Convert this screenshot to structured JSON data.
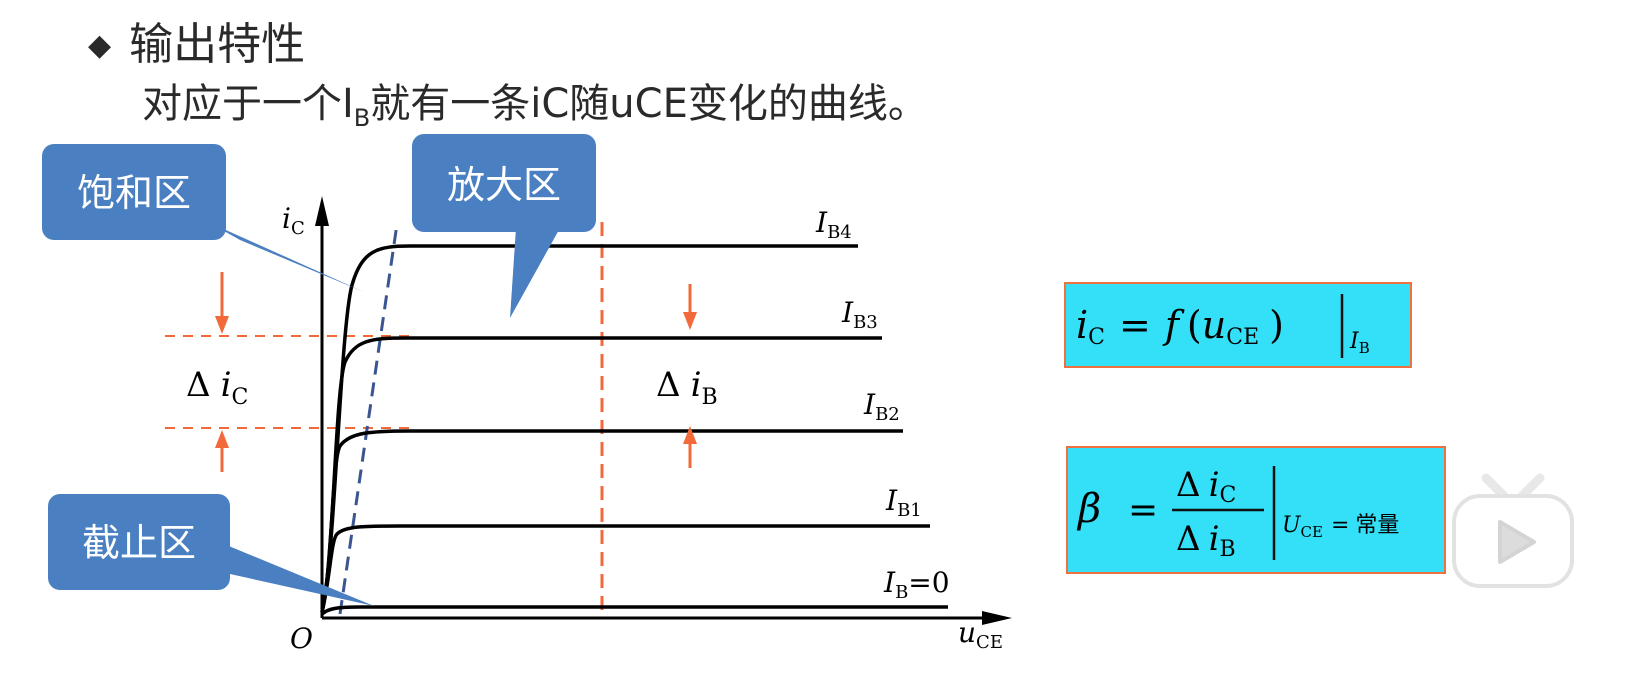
{
  "title": "输出特性",
  "subtitle": {
    "prefix": "对应于一个I",
    "subscript": "B",
    "suffix": "就有一条iC随uCE变化的曲线。"
  },
  "callouts": {
    "saturation": "饱和区",
    "amplification": "放大区",
    "cutoff": "截止区"
  },
  "axes": {
    "y_var": "i",
    "y_sub": "C",
    "x_var": "u",
    "x_sub": "CE",
    "origin": "O"
  },
  "curves": [
    {
      "var": "I",
      "sub": "B4",
      "extra": ""
    },
    {
      "var": "I",
      "sub": "B3",
      "extra": ""
    },
    {
      "var": "I",
      "sub": "B2",
      "extra": ""
    },
    {
      "var": "I",
      "sub": "B1",
      "extra": ""
    },
    {
      "var": "I",
      "sub": "B",
      "extra": "=0"
    }
  ],
  "annotations": {
    "delta_ic": {
      "delta": "Δ",
      "var": "i",
      "sub": "C"
    },
    "delta_ib": {
      "delta": "Δ",
      "var": "i",
      "sub": "B"
    }
  },
  "formula_f": {
    "lhs_var": "i",
    "lhs_sub": "C",
    "eq": "=",
    "func": "f",
    "open": "(",
    "arg_var": "u",
    "arg_sub": "CE",
    "close": ")",
    "cond_var": "I",
    "cond_sub": "B"
  },
  "formula_beta": {
    "lhs": "β",
    "eq": "=",
    "num_delta": "Δ",
    "num_var": "i",
    "num_sub": "C",
    "den_delta": "Δ",
    "den_var": "i",
    "den_sub": "B",
    "cond_var": "U",
    "cond_sub": "CE",
    "cond_eq": "=",
    "cond_val": "常量"
  },
  "colors": {
    "callout": "#4a7fc1",
    "dashed_red": "#f26a3a",
    "dashed_blue": "#3a5590",
    "formula_bg": "#33e0f7",
    "formula_border": "#f07040"
  },
  "icons": {
    "bullet": "diamond-icon",
    "player": "bilibili-play-icon"
  }
}
